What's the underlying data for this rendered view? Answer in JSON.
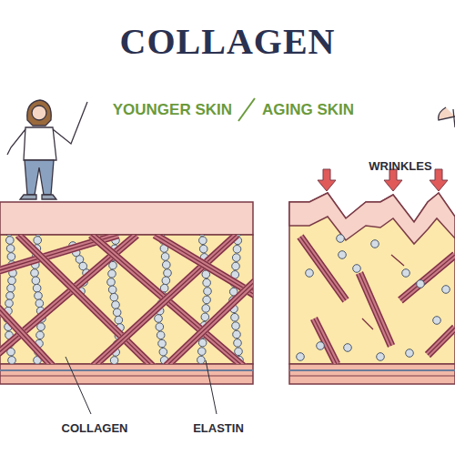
{
  "diagram": {
    "title": "COLLAGEN",
    "labels": [
      "YOUNGER SKIN",
      "AGING SKIN",
      "WRINKLES",
      "COLLAGEN",
      "ELASTIN"
    ]
  }
}
